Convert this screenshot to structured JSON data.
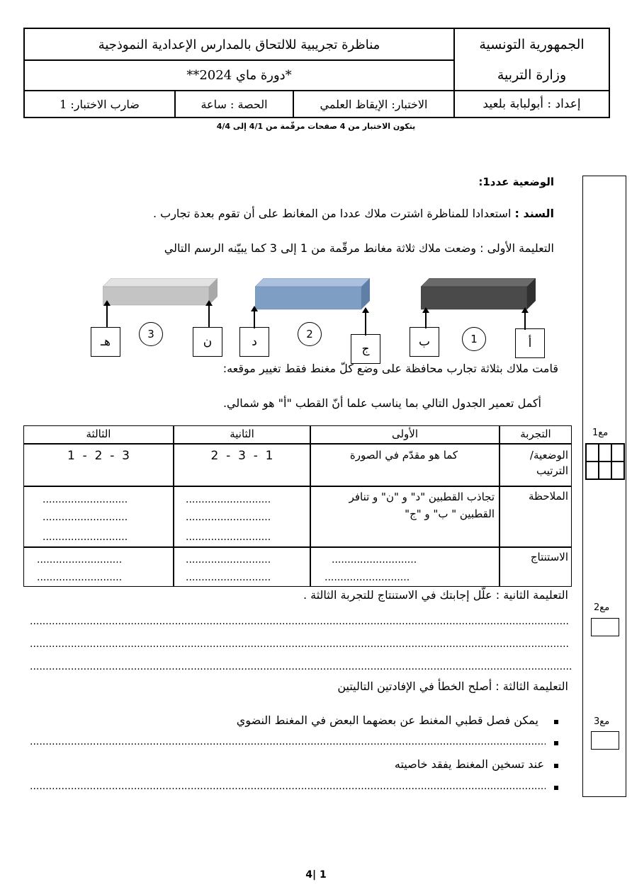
{
  "header": {
    "republic": "الجمهورية التونسية",
    "ministry": "وزارة التربية",
    "prepared_by": "إعداد : أبولبابة بلعيد",
    "contest_title": "مناظرة تجريبية للالتحاق بالمدارس الإعدادية النموذجية",
    "session": "*دورة ماي 2024**",
    "subject": "الاختبار: الإيقاظ العلمي",
    "duration": "الحصة : ساعة",
    "coefficient": "ضارب الاختبار: 1"
  },
  "subnote": "يتكون الاختبار من 4 صفحات مرقّمة من 4/1 إلى 4/4",
  "situation_title": "الوضعية عدد1:",
  "support_label": "السند :",
  "support_text": " استعدادا للمناظرة اشترت ملاك عددا من المغانط على أن تقوم بعدة تجارب .",
  "instruction1": "التعليمة الأولى : وضعت ملاك ثلاثة مغانط مرقّمة  من 1 إلى 3 كما يبيّنه  الرسم التالي",
  "diagram": {
    "magnets": [
      {
        "number": "1",
        "left_pole": "ب",
        "right_pole": "أ",
        "color": "#4a4a4a"
      },
      {
        "number": "2",
        "left_pole": "ج",
        "right_pole": "د",
        "color": "#7f9ec4"
      },
      {
        "number": "3",
        "left_pole": "ن",
        "right_pole": "هـ",
        "color": "#c4c4c4"
      }
    ]
  },
  "after_diagram": "قامت ملاك بثلاثة تجارب محافظة على وضع كلّ مغنط فقط تغيير موقعه:",
  "complete_table": "أكمل تعمير الجدول التالي بما يناسب علما أنّ القطب \"أ\" هو شمالي.",
  "table": {
    "headers": [
      "التجربة",
      "الأولى",
      "الثانية",
      "الثالثة"
    ],
    "row1_label": "الوضعية/ الترتيب",
    "row1_values": [
      "كما هو مقدّم في الصورة",
      "1  -  3  -  2",
      "3  -  2  -  1"
    ],
    "row2_label": "الملاحظة",
    "row2_first": "تجاذب القطبين \"د\" و \"ن\" و تنافر القطبين \" ب\" و \"ج\"",
    "row3_label": "الاستنتاج",
    "dots": "..........................."
  },
  "instruction2": "التعليمة الثانية : علّل إجابتك في الاستنتاج للتجربة الثالثة .",
  "instruction3": "التعليمة الثالثة :  أصلح الخطأ في الإفادتين التاليتين",
  "statement1": "يمكن فصل  قطبي المغنط عن بعضهما البعض في المغنط النضوي",
  "statement2": "عند تسخين المغنط يفقد خاصيته",
  "long_dots": "................................................................................................................................................................................................",
  "criteria": [
    "مع1",
    "مع2",
    "مع3"
  ],
  "page_number": "4| 1"
}
